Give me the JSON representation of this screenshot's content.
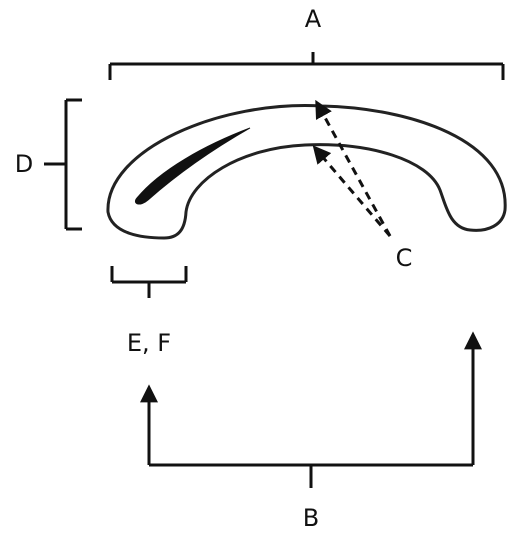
{
  "diagram": {
    "labels": {
      "a": "A",
      "b": "B",
      "c": "C",
      "d": "D",
      "ef": "E, F"
    },
    "colors": {
      "stroke": "#111111",
      "background": "#ffffff"
    },
    "shape": "arch-shaped object with dimension brackets and arrows"
  }
}
